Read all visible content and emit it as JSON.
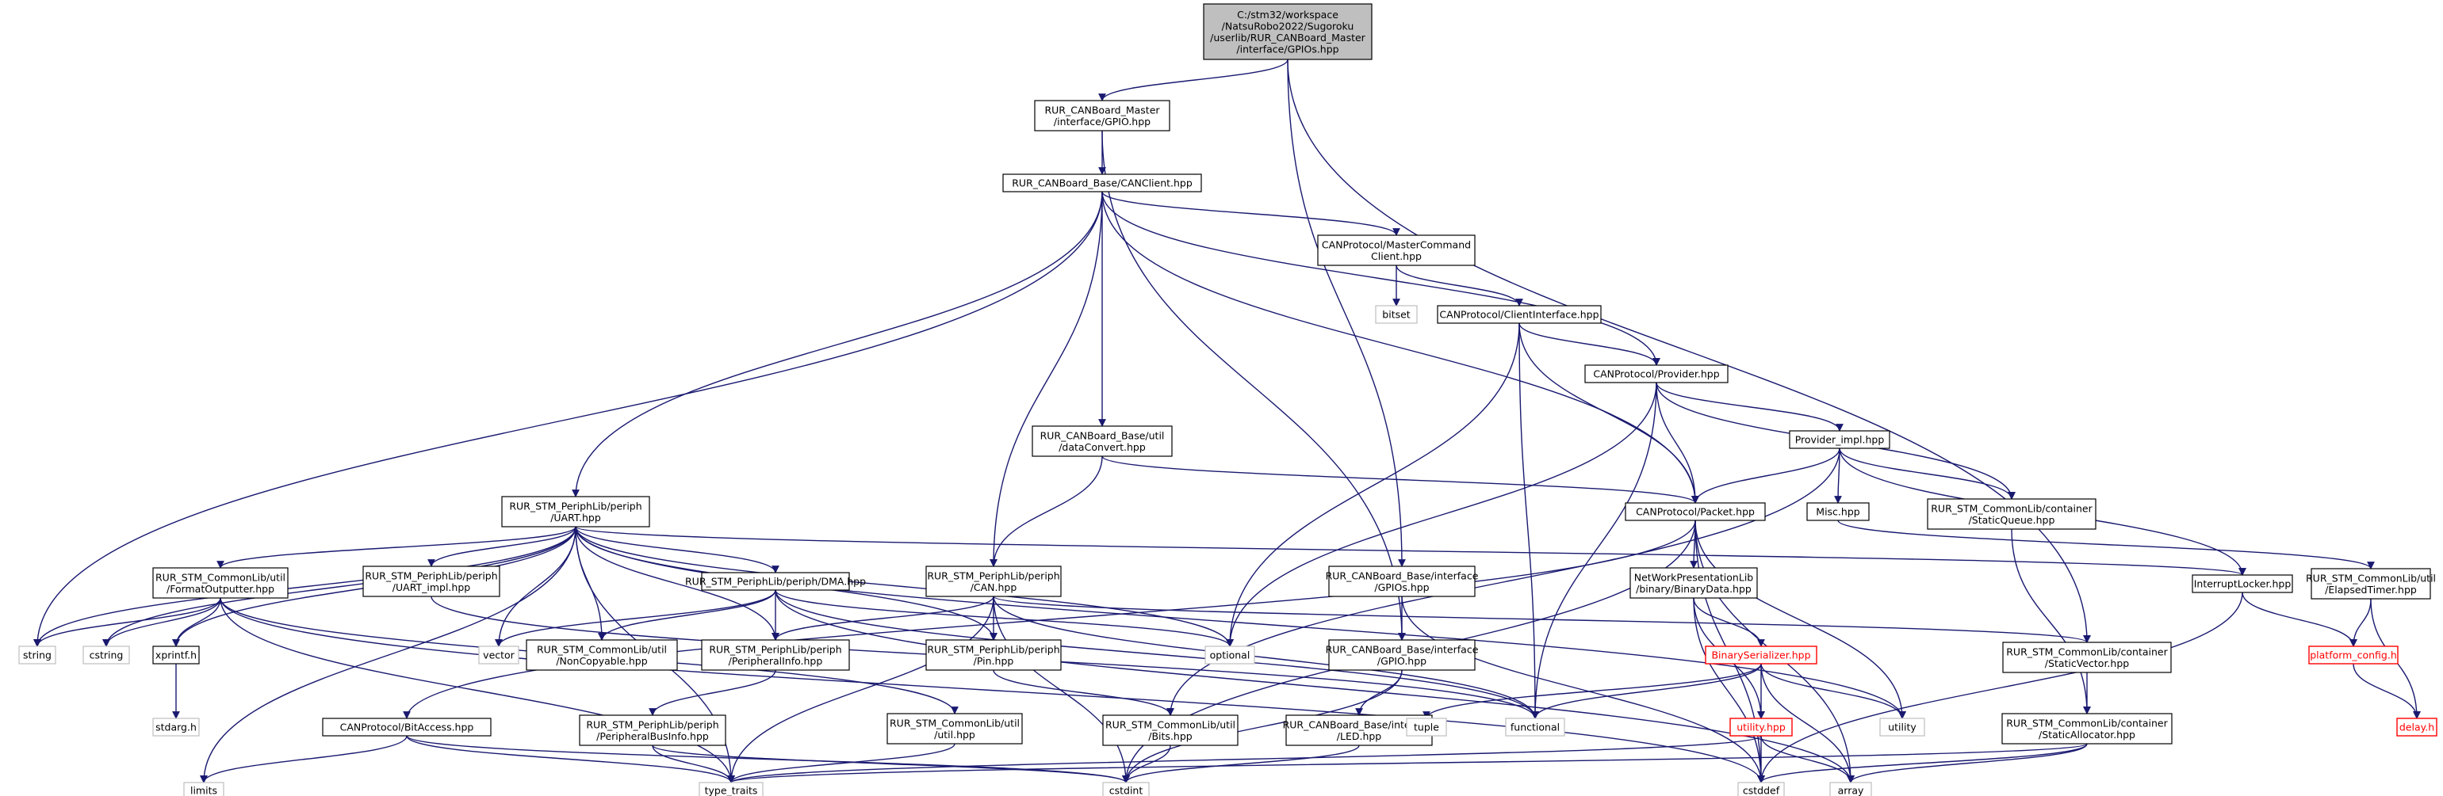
{
  "graph": {
    "nodes": [
      {
        "id": "root",
        "kind": "root",
        "lines": [
          "C:/stm32/workspace",
          "/NatsuRobo2022/Sugoroku",
          "/userlib/RUR_CANBoard_Master",
          "/interface/GPIOs.hpp"
        ]
      },
      {
        "id": "master_gpio",
        "kind": "box",
        "lines": [
          "RUR_CANBoard_Master",
          "/interface/GPIO.hpp"
        ]
      },
      {
        "id": "canclient",
        "kind": "box",
        "lines": [
          "RUR_CANBoard_Base/CANClient.hpp"
        ]
      },
      {
        "id": "mastercmd",
        "kind": "box",
        "lines": [
          "CANProtocol/MasterCommand",
          "Client.hpp"
        ]
      },
      {
        "id": "bitset",
        "kind": "ext",
        "lines": [
          "bitset"
        ]
      },
      {
        "id": "clientif",
        "kind": "box",
        "lines": [
          "CANProtocol/ClientInterface.hpp"
        ]
      },
      {
        "id": "provider",
        "kind": "box",
        "lines": [
          "CANProtocol/Provider.hpp"
        ]
      },
      {
        "id": "provider_impl",
        "kind": "box",
        "lines": [
          "Provider_impl.hpp"
        ]
      },
      {
        "id": "dataconvert",
        "kind": "box",
        "lines": [
          "RUR_CANBoard_Base/util",
          "/dataConvert.hpp"
        ]
      },
      {
        "id": "packet",
        "kind": "box",
        "lines": [
          "CANProtocol/Packet.hpp"
        ]
      },
      {
        "id": "misc",
        "kind": "box",
        "lines": [
          "Misc.hpp"
        ]
      },
      {
        "id": "staticqueue",
        "kind": "box",
        "lines": [
          "RUR_STM_CommonLib/container",
          "/StaticQueue.hpp"
        ]
      },
      {
        "id": "uart",
        "kind": "box",
        "lines": [
          "RUR_STM_PeriphLib/periph",
          "/UART.hpp"
        ]
      },
      {
        "id": "formatout",
        "kind": "box",
        "lines": [
          "RUR_STM_CommonLib/util",
          "/FormatOutputter.hpp"
        ]
      },
      {
        "id": "uart_impl",
        "kind": "box",
        "lines": [
          "RUR_STM_PeriphLib/periph",
          "/UART_impl.hpp"
        ]
      },
      {
        "id": "dma",
        "kind": "box",
        "lines": [
          "RUR_STM_PeriphLib/periph/DMA.hpp"
        ]
      },
      {
        "id": "can",
        "kind": "box",
        "lines": [
          "RUR_STM_PeriphLib/periph",
          "/CAN.hpp"
        ]
      },
      {
        "id": "base_gpios",
        "kind": "box",
        "lines": [
          "RUR_CANBoard_Base/interface",
          "/GPIOs.hpp"
        ]
      },
      {
        "id": "binarydata",
        "kind": "box",
        "lines": [
          "NetWorkPresentationLib",
          "/binary/BinaryData.hpp"
        ]
      },
      {
        "id": "interruptlocker",
        "kind": "box",
        "lines": [
          "InterruptLocker.hpp"
        ]
      },
      {
        "id": "elapsedtimer",
        "kind": "box",
        "lines": [
          "RUR_STM_CommonLib/util",
          "/ElapsedTimer.hpp"
        ]
      },
      {
        "id": "string",
        "kind": "ext",
        "lines": [
          "string"
        ]
      },
      {
        "id": "cstring",
        "kind": "ext",
        "lines": [
          "cstring"
        ]
      },
      {
        "id": "xprintf",
        "kind": "box",
        "lines": [
          "xprintf.h"
        ]
      },
      {
        "id": "noncopyable",
        "kind": "box",
        "lines": [
          "RUR_STM_CommonLib/util",
          "/NonCopyable.hpp"
        ]
      },
      {
        "id": "periphinfo",
        "kind": "box",
        "lines": [
          "RUR_STM_PeriphLib/periph",
          "/PeripheralInfo.hpp"
        ]
      },
      {
        "id": "vector",
        "kind": "ext",
        "lines": [
          "vector"
        ]
      },
      {
        "id": "optional",
        "kind": "ext",
        "lines": [
          "optional"
        ]
      },
      {
        "id": "pin",
        "kind": "box",
        "lines": [
          "RUR_STM_PeriphLib/periph",
          "/Pin.hpp"
        ]
      },
      {
        "id": "base_gpio",
        "kind": "box",
        "lines": [
          "RUR_CANBoard_Base/interface",
          "/GPIO.hpp"
        ]
      },
      {
        "id": "binaryser",
        "kind": "missing",
        "lines": [
          "BinarySerializer.hpp"
        ]
      },
      {
        "id": "staticvector",
        "kind": "box",
        "lines": [
          "RUR_STM_CommonLib/container",
          "/StaticVector.hpp"
        ]
      },
      {
        "id": "platformconfig",
        "kind": "missing",
        "lines": [
          "platform_config.h"
        ]
      },
      {
        "id": "stdarg",
        "kind": "ext",
        "lines": [
          "stdarg.h"
        ]
      },
      {
        "id": "bitaccess",
        "kind": "box",
        "lines": [
          "CANProtocol/BitAccess.hpp"
        ]
      },
      {
        "id": "periphbusinfo",
        "kind": "box",
        "lines": [
          "RUR_STM_PeriphLib/periph",
          "/PeripheralBusInfo.hpp"
        ]
      },
      {
        "id": "util_hpp",
        "kind": "box",
        "lines": [
          "RUR_STM_CommonLib/util",
          "/util.hpp"
        ]
      },
      {
        "id": "bits",
        "kind": "box",
        "lines": [
          "RUR_STM_CommonLib/util",
          "/Bits.hpp"
        ]
      },
      {
        "id": "led",
        "kind": "box",
        "lines": [
          "RUR_CANBoard_Base/interface",
          "/LED.hpp"
        ]
      },
      {
        "id": "tuple",
        "kind": "ext",
        "lines": [
          "tuple"
        ]
      },
      {
        "id": "functional",
        "kind": "ext",
        "lines": [
          "functional"
        ]
      },
      {
        "id": "utility_missing",
        "kind": "missing",
        "lines": [
          "utility.hpp"
        ]
      },
      {
        "id": "utility",
        "kind": "ext",
        "lines": [
          "utility"
        ]
      },
      {
        "id": "staticalloc",
        "kind": "box",
        "lines": [
          "RUR_STM_CommonLib/container",
          "/StaticAllocator.hpp"
        ]
      },
      {
        "id": "delay",
        "kind": "missing",
        "lines": [
          "delay.h"
        ]
      },
      {
        "id": "limits",
        "kind": "ext",
        "lines": [
          "limits"
        ]
      },
      {
        "id": "type_traits",
        "kind": "ext",
        "lines": [
          "type_traits"
        ]
      },
      {
        "id": "cstdint",
        "kind": "ext",
        "lines": [
          "cstdint"
        ]
      },
      {
        "id": "cstddef",
        "kind": "ext",
        "lines": [
          "cstddef"
        ]
      },
      {
        "id": "array",
        "kind": "ext",
        "lines": [
          "array"
        ]
      }
    ],
    "edges": [
      [
        "root",
        "master_gpio"
      ],
      [
        "root",
        "base_gpios"
      ],
      [
        "root",
        "staticvector"
      ],
      [
        "master_gpio",
        "canclient"
      ],
      [
        "master_gpio",
        "base_gpio"
      ],
      [
        "canclient",
        "string"
      ],
      [
        "canclient",
        "uart"
      ],
      [
        "canclient",
        "can"
      ],
      [
        "canclient",
        "dataconvert"
      ],
      [
        "canclient",
        "mastercmd"
      ],
      [
        "canclient",
        "provider"
      ],
      [
        "canclient",
        "packet"
      ],
      [
        "mastercmd",
        "bitset"
      ],
      [
        "mastercmd",
        "clientif"
      ],
      [
        "clientif",
        "optional"
      ],
      [
        "clientif",
        "provider"
      ],
      [
        "clientif",
        "packet"
      ],
      [
        "clientif",
        "functional"
      ],
      [
        "provider",
        "optional"
      ],
      [
        "provider",
        "functional"
      ],
      [
        "provider",
        "packet"
      ],
      [
        "provider",
        "provider_impl"
      ],
      [
        "provider",
        "staticqueue"
      ],
      [
        "provider_impl",
        "bits"
      ],
      [
        "provider_impl",
        "packet"
      ],
      [
        "provider_impl",
        "misc"
      ],
      [
        "provider_impl",
        "staticqueue"
      ],
      [
        "provider_impl",
        "interruptlocker"
      ],
      [
        "dataconvert",
        "can"
      ],
      [
        "dataconvert",
        "packet"
      ],
      [
        "packet",
        "bitaccess"
      ],
      [
        "packet",
        "binarydata"
      ],
      [
        "packet",
        "cstdint"
      ],
      [
        "packet",
        "utility"
      ],
      [
        "packet",
        "cstddef"
      ],
      [
        "packet",
        "array"
      ],
      [
        "misc",
        "elapsedtimer"
      ],
      [
        "staticqueue",
        "staticalloc"
      ],
      [
        "uart",
        "limits"
      ],
      [
        "uart",
        "formatout"
      ],
      [
        "uart",
        "xprintf"
      ],
      [
        "uart",
        "uart_impl"
      ],
      [
        "uart",
        "dma"
      ],
      [
        "uart",
        "vector"
      ],
      [
        "uart",
        "noncopyable"
      ],
      [
        "uart",
        "periphinfo"
      ],
      [
        "uart",
        "optional"
      ],
      [
        "uart",
        "pin"
      ],
      [
        "uart",
        "type_traits"
      ],
      [
        "uart",
        "cstring"
      ],
      [
        "uart",
        "string"
      ],
      [
        "uart",
        "interruptlocker"
      ],
      [
        "uart",
        "utility"
      ],
      [
        "formatout",
        "string"
      ],
      [
        "formatout",
        "cstring"
      ],
      [
        "formatout",
        "xprintf"
      ],
      [
        "formatout",
        "type_traits"
      ],
      [
        "formatout",
        "util_hpp"
      ],
      [
        "formatout",
        "cstddef"
      ],
      [
        "uart_impl",
        "functional"
      ],
      [
        "dma",
        "vector"
      ],
      [
        "dma",
        "noncopyable"
      ],
      [
        "dma",
        "periphinfo"
      ],
      [
        "dma",
        "optional"
      ],
      [
        "dma",
        "functional"
      ],
      [
        "dma",
        "array"
      ],
      [
        "can",
        "periphinfo"
      ],
      [
        "can",
        "pin"
      ],
      [
        "can",
        "functional"
      ],
      [
        "can",
        "type_traits"
      ],
      [
        "can",
        "cstdint"
      ],
      [
        "can",
        "staticvector"
      ],
      [
        "base_gpios",
        "base_gpio"
      ],
      [
        "base_gpios",
        "cstddef"
      ],
      [
        "binarydata",
        "binaryser"
      ],
      [
        "binarydata",
        "utility_missing"
      ],
      [
        "binarydata",
        "cstddef"
      ],
      [
        "interruptlocker",
        "platformconfig"
      ],
      [
        "interruptlocker",
        "cstddef"
      ],
      [
        "elapsedtimer",
        "platformconfig"
      ],
      [
        "elapsedtimer",
        "delay"
      ],
      [
        "xprintf",
        "stdarg"
      ],
      [
        "periphinfo",
        "periphbusinfo"
      ],
      [
        "pin",
        "bits"
      ],
      [
        "base_gpio",
        "led"
      ],
      [
        "base_gpio",
        "cstdint"
      ],
      [
        "binaryser",
        "tuple"
      ],
      [
        "binaryser",
        "functional"
      ],
      [
        "binaryser",
        "utility_missing"
      ],
      [
        "binaryser",
        "utility"
      ],
      [
        "binaryser",
        "array"
      ],
      [
        "staticvector",
        "staticalloc"
      ],
      [
        "platformconfig",
        "delay"
      ],
      [
        "bitaccess",
        "limits"
      ],
      [
        "bitaccess",
        "type_traits"
      ],
      [
        "bitaccess",
        "cstdint"
      ],
      [
        "periphbusinfo",
        "type_traits"
      ],
      [
        "periphbusinfo",
        "cstdint"
      ],
      [
        "util_hpp",
        "type_traits"
      ],
      [
        "bits",
        "cstdint"
      ],
      [
        "led",
        "cstdint"
      ],
      [
        "utility_missing",
        "type_traits"
      ],
      [
        "utility_missing",
        "cstddef"
      ],
      [
        "utility_missing",
        "array"
      ],
      [
        "staticalloc",
        "type_traits"
      ],
      [
        "staticalloc",
        "cstddef"
      ],
      [
        "staticalloc",
        "array"
      ]
    ]
  }
}
